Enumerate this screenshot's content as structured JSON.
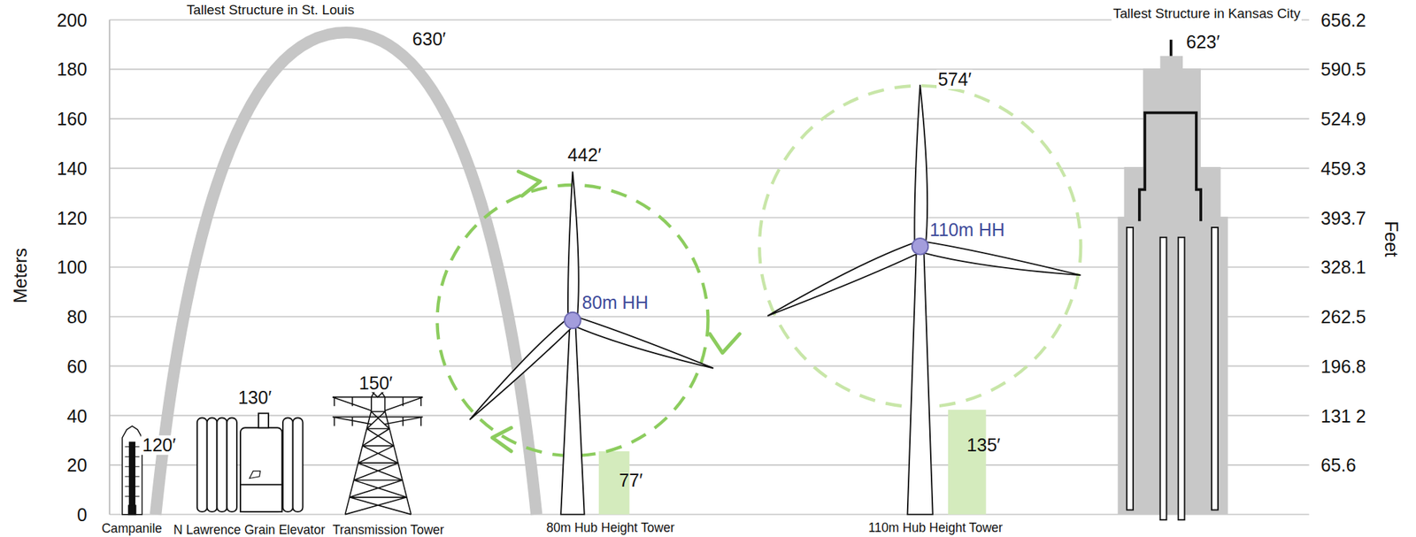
{
  "diagram": {
    "labels": [
      "Tallest Structure in St. Louis",
      "630′",
      "Tallest Structure in Kansas City",
      "623′",
      "442′",
      "574′",
      "200",
      "180",
      "160",
      "140",
      "120",
      "100",
      "80",
      "60",
      "40",
      "20",
      "0",
      "Meters",
      "656.2",
      "590.5",
      "524.9",
      "459.3",
      "393.7",
      "328.1",
      "262.5",
      "196.8",
      "131 2",
      "65.6",
      "Feet",
      "120′",
      "130′",
      "150′",
      "80m HH",
      "110m HH",
      "77′",
      "135′",
      "Campanile",
      "N Lawrence Grain Elevator",
      "Transmission Tower",
      "80m Hub Height Tower",
      "110m Hub Height Tower"
    ]
  }
}
